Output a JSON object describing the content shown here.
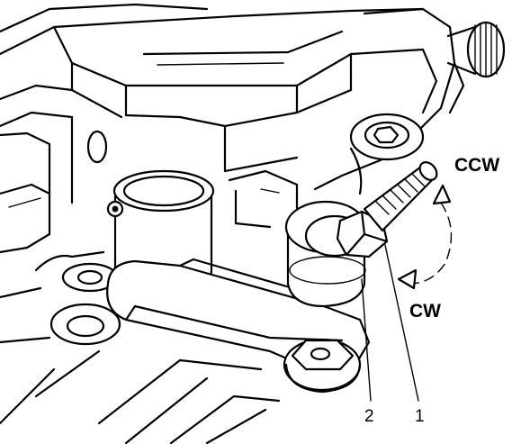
{
  "labels": {
    "ccw": "CCW",
    "cw": "CW",
    "callout_1": "1",
    "callout_2": "2"
  },
  "colors": {
    "line": "#000000",
    "background": "#ffffff"
  }
}
